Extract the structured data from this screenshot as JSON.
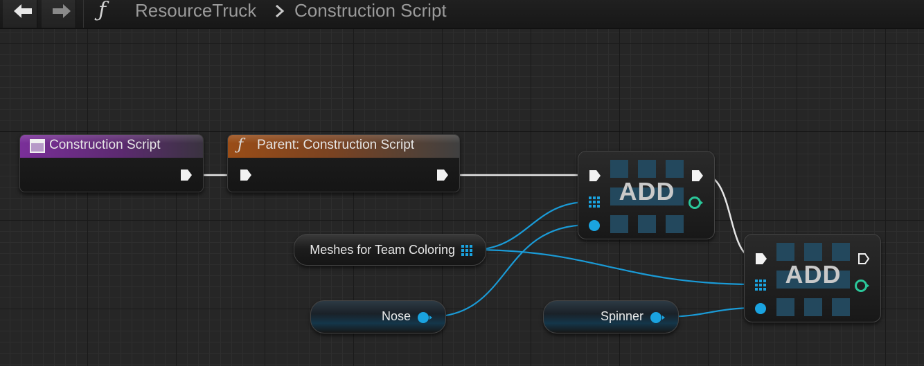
{
  "breadcrumb": {
    "back_icon": "arrow-left-icon",
    "forward_icon": "arrow-right-icon",
    "function_icon": "ƒ",
    "blueprint": "ResourceTruck",
    "separator": ">",
    "graph": "Construction Script"
  },
  "nodes": {
    "construction_script": {
      "title": "Construction Script",
      "color": "#7a2f99"
    },
    "parent_call": {
      "title": "Parent: Construction Script",
      "function_icon": "ƒ",
      "color": "#9a4d17"
    },
    "add_1": {
      "label": "ADD"
    },
    "add_2": {
      "label": "ADD"
    },
    "meshes_var": {
      "label": "Meshes for Team Coloring"
    },
    "nose_var": {
      "label": "Nose"
    },
    "spinner_var": {
      "label": "Spinner"
    }
  },
  "colors": {
    "exec_wire": "#e6e6e6",
    "object_wire": "#1a9bd7",
    "int_pin": "#2bc79a",
    "grid_bg": "#262626"
  }
}
